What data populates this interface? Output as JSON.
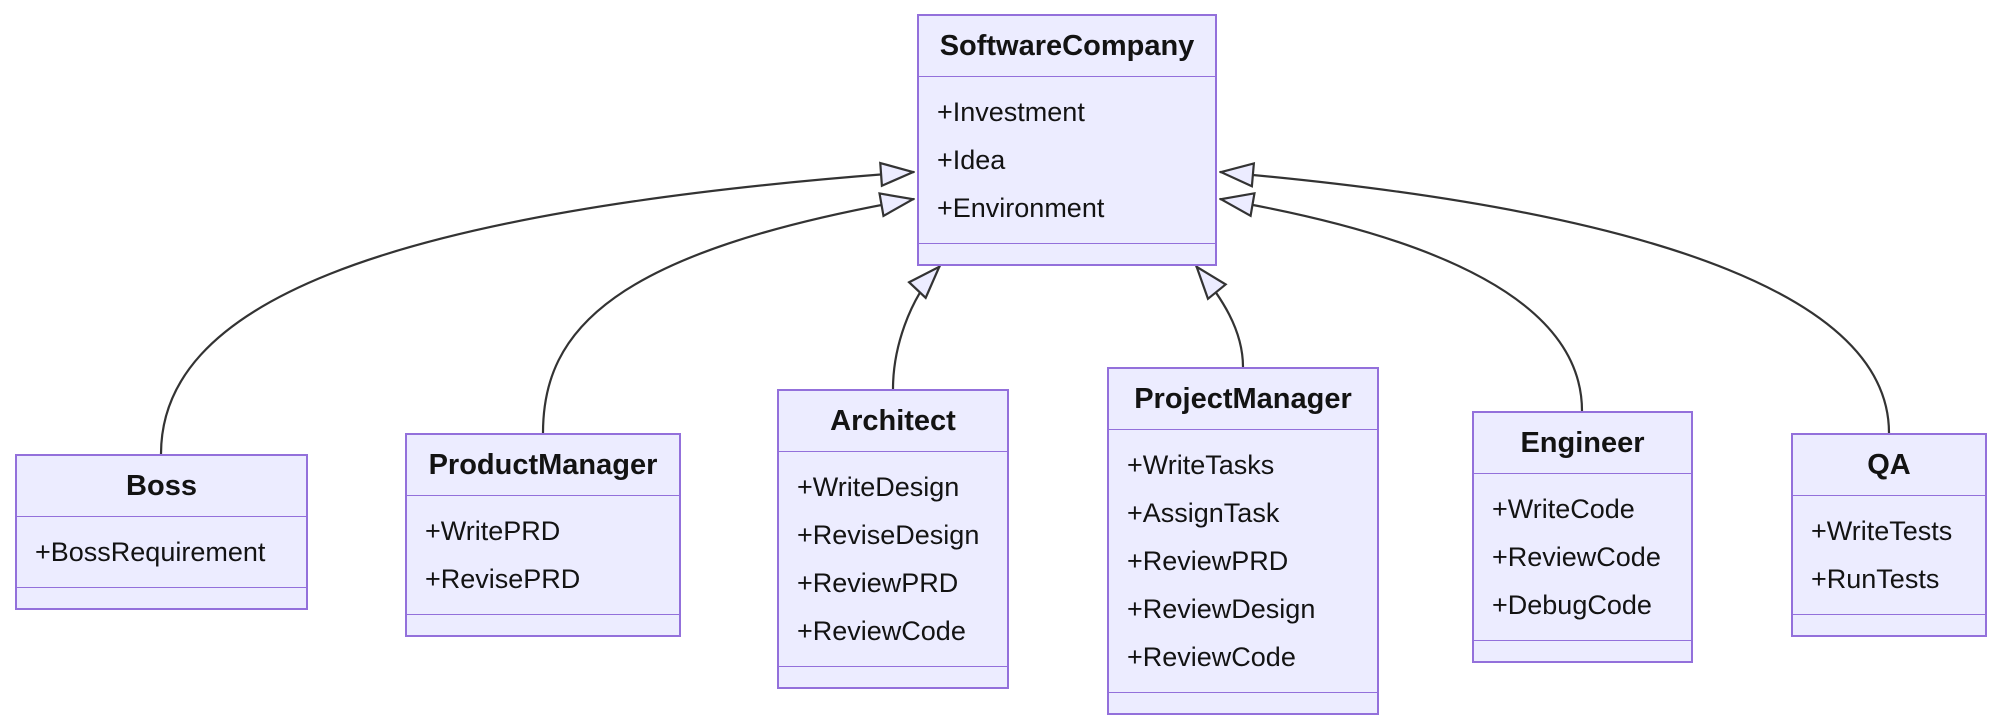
{
  "diagram": {
    "kind": "uml-class-diagram",
    "background": "#ffffff",
    "colors": {
      "node_fill": "#ECECFF",
      "node_border": "#9370DB",
      "edge_line": "#333333",
      "arrowhead_fill": "#ECECFF",
      "text": "#131313"
    },
    "classes": [
      {
        "name": "SoftwareCompany",
        "members": [
          "+Investment",
          "+Idea",
          "+Environment"
        ]
      },
      {
        "name": "Boss",
        "members": [
          "+BossRequirement"
        ]
      },
      {
        "name": "ProductManager",
        "members": [
          "+WritePRD",
          "+RevisePRD"
        ]
      },
      {
        "name": "Architect",
        "members": [
          "+WriteDesign",
          "+ReviseDesign",
          "+ReviewPRD",
          "+ReviewCode"
        ]
      },
      {
        "name": "ProjectManager",
        "members": [
          "+WriteTasks",
          "+AssignTask",
          "+ReviewPRD",
          "+ReviewDesign",
          "+ReviewCode"
        ]
      },
      {
        "name": "Engineer",
        "members": [
          "+WriteCode",
          "+ReviewCode",
          "+DebugCode"
        ]
      },
      {
        "name": "QA",
        "members": [
          "+WriteTests",
          "+RunTests"
        ]
      }
    ],
    "relations": [
      {
        "from": "Boss",
        "to": "SoftwareCompany",
        "type": "inheritance"
      },
      {
        "from": "ProductManager",
        "to": "SoftwareCompany",
        "type": "inheritance"
      },
      {
        "from": "Architect",
        "to": "SoftwareCompany",
        "type": "inheritance"
      },
      {
        "from": "ProjectManager",
        "to": "SoftwareCompany",
        "type": "inheritance"
      },
      {
        "from": "Engineer",
        "to": "SoftwareCompany",
        "type": "inheritance"
      },
      {
        "from": "QA",
        "to": "SoftwareCompany",
        "type": "inheritance"
      }
    ]
  }
}
